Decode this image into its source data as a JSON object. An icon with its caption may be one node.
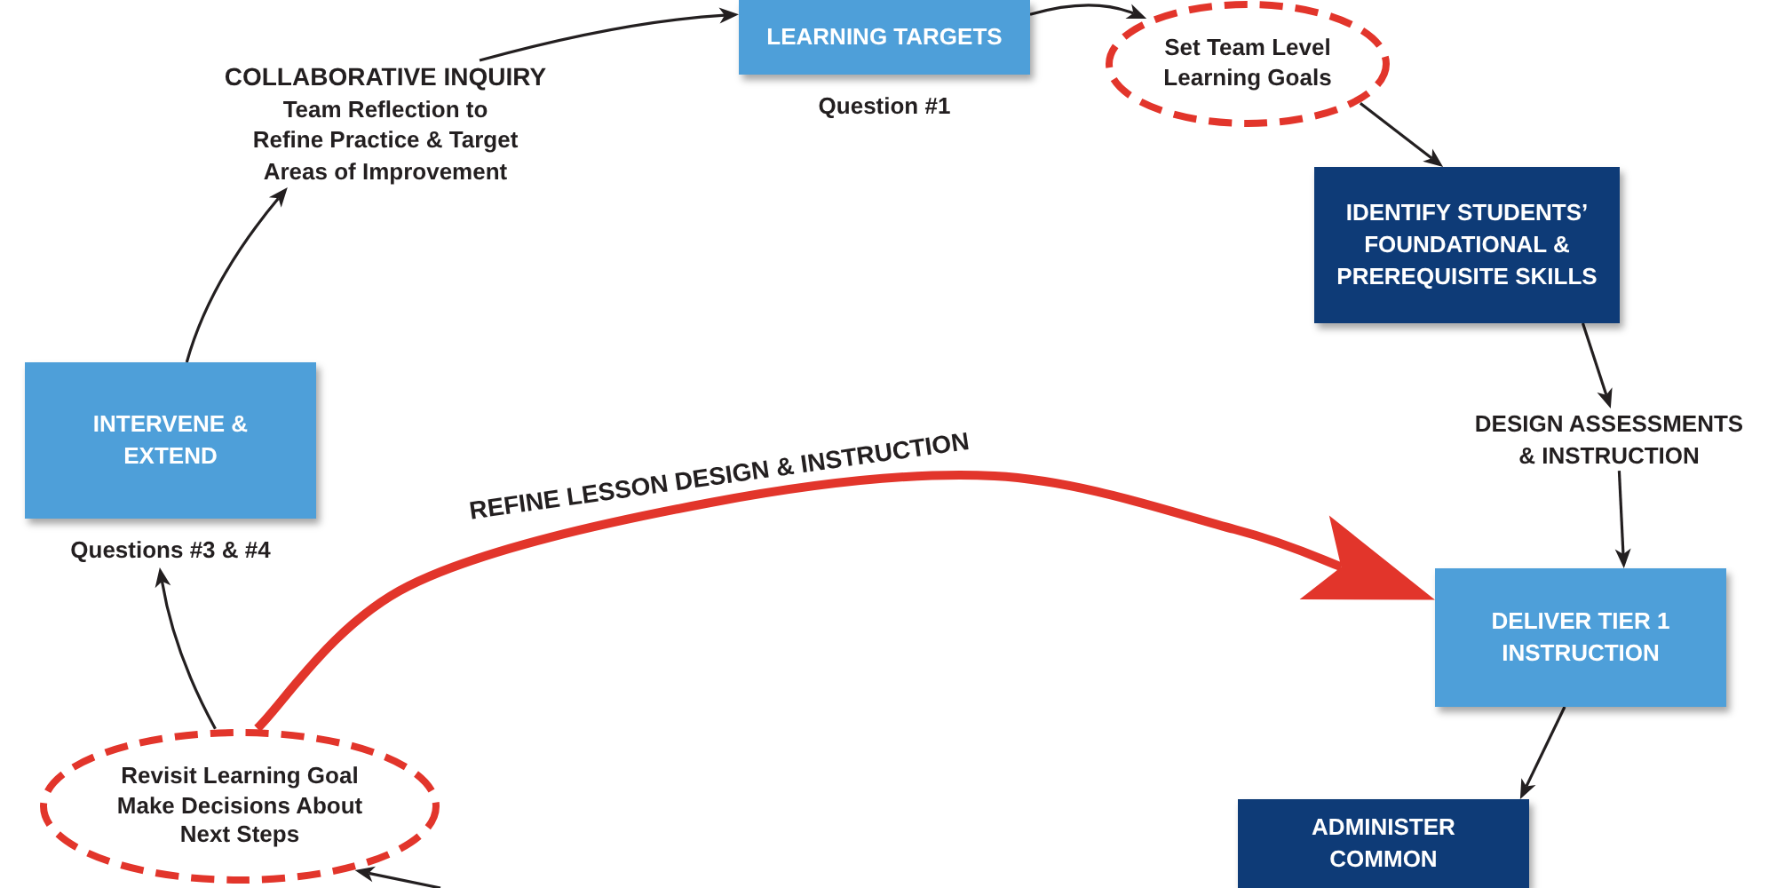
{
  "diagram": {
    "nodes": [
      {
        "text": [
          "LEARNING TARGETS"
        ],
        "beside": [
          "Question #1"
        ]
      },
      {
        "text": [
          "Set Team Level Learning Goals"
        ]
      },
      {
        "text": [
          "COLLABORATIVE INQUIRY",
          "Team Reflection to Refine Practice & Target Areas of Improvement"
        ]
      },
      {
        "text": [
          "IDENTIFY STUDENTS’ FOUNDATIONAL & PREREQUISITE SKILLS"
        ]
      },
      {
        "text": [
          "INTERVENE & EXTEND"
        ],
        "beside": [
          "Questions #3 & #4"
        ]
      },
      {
        "text": [
          "DESIGN ASSESSMENTS & INSTRUCTION"
        ]
      },
      {
        "text": [
          "DELIVER TIER 1 INSTRUCTION"
        ]
      },
      {
        "text": [
          "Revisit Learning Goal",
          "Make Decisions About Next Steps"
        ]
      },
      {
        "text": [
          "ADMINISTER COMMON"
        ]
      }
    ],
    "edges": [
      {
        "from": 2,
        "to": 0,
        "arrow": "to"
      },
      {
        "from": 0,
        "to": 1,
        "arrow": "to"
      },
      {
        "from": 1,
        "to": 3,
        "arrow": "to"
      },
      {
        "from": 3,
        "to": 5,
        "arrow": "to"
      },
      {
        "from": 5,
        "to": 6,
        "arrow": "to"
      },
      {
        "from": 6,
        "to": 8,
        "arrow": "to"
      },
      {
        "from": null,
        "to": 7,
        "arrow": "to"
      },
      {
        "from": 7,
        "to": 4,
        "arrow": "to"
      },
      {
        "from": 4,
        "to": 2,
        "arrow": "to"
      },
      {
        "from": 7,
        "to": 6,
        "arrow": "to",
        "label": "REFINE LESSON DESIGN & INSTRUCTION",
        "style": "thick",
        "color": "#e2352b"
      }
    ]
  }
}
